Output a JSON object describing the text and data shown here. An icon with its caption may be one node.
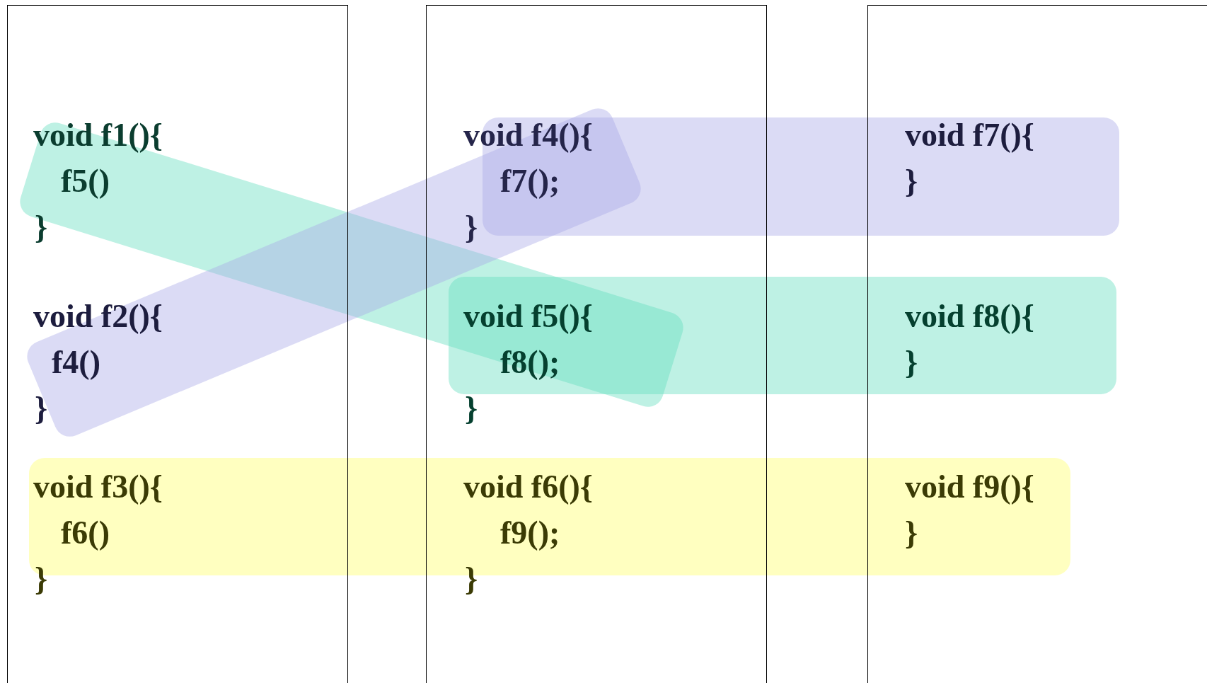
{
  "diagram": {
    "nodes": [
      {
        "text": [],
        "shape": "box"
      },
      {
        "text": [],
        "shape": "box"
      },
      {
        "text": [],
        "shape": "box"
      },
      {
        "text": [
          "void f1(){",
          "f5()",
          "}"
        ],
        "in": 0
      },
      {
        "text": [
          "void f2(){",
          "f4()",
          "}"
        ],
        "in": 0
      },
      {
        "text": [
          "void f3(){",
          "f6()",
          "}"
        ],
        "in": 0
      },
      {
        "text": [
          "void f4(){",
          "f7();",
          "}"
        ],
        "in": 1
      },
      {
        "text": [
          "void f5(){",
          "f8();",
          "}"
        ],
        "in": 1
      },
      {
        "text": [
          "void f6(){",
          "f9();",
          "}"
        ],
        "in": 1
      },
      {
        "text": [
          "void f7(){",
          "}"
        ],
        "in": 2
      },
      {
        "text": [
          "void f8(){",
          "}"
        ],
        "in": 2
      },
      {
        "text": [
          "void f9(){",
          "}"
        ],
        "in": 2
      }
    ]
  }
}
